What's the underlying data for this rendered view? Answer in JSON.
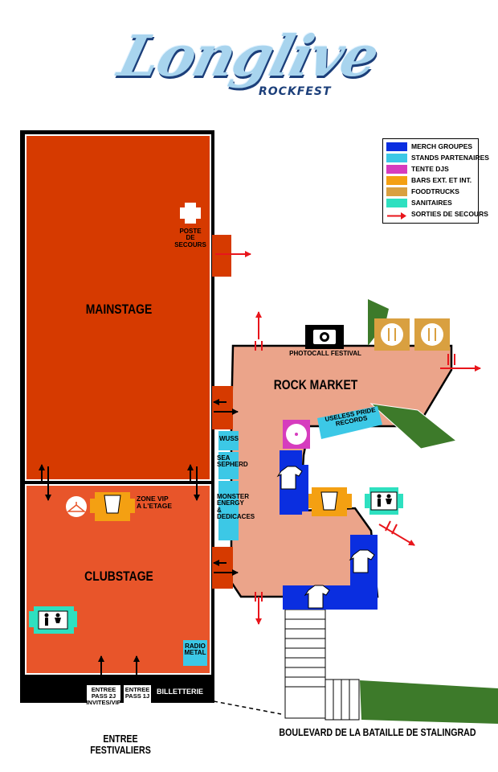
{
  "logo": {
    "main": "Longlive",
    "sub": "ROCKFEST"
  },
  "legend": [
    {
      "label": "MERCH GROUPES",
      "color": "#0a2ee0",
      "kind": "swatch"
    },
    {
      "label": "STANDS PARTENAIRES",
      "color": "#3cc8e6",
      "kind": "swatch"
    },
    {
      "label": "TENTE DJS",
      "color": "#d63cbe",
      "kind": "swatch"
    },
    {
      "label": "BARS EXT. ET INT.",
      "color": "#f4a012",
      "kind": "swatch"
    },
    {
      "label": "FOODTRUCKS",
      "color": "#d9a040",
      "kind": "swatch"
    },
    {
      "label": "SANITAIRES",
      "color": "#2ee0c0",
      "kind": "swatch"
    },
    {
      "label": "SORTIES DE SECOURS",
      "color": "#e8151b",
      "kind": "arrow"
    }
  ],
  "zones": {
    "mainstage": "MAINSTAGE",
    "clubstage": "CLUBSTAGE",
    "rock_market": "ROCK MARKET",
    "first_aid_line1": "POSTE",
    "first_aid_line2": "DE",
    "first_aid_line3": "SECOURS",
    "vip_line1": "ZONE VIP",
    "vip_line2": "A L'ETAGE",
    "photocall": "PHOTOCALL FESTIVAL",
    "records_line1": "USELESS PRIDE",
    "records_line2": "RECORDS",
    "wuss": "WUSS",
    "sea_line1": "SEA",
    "sea_line2": "SEPHERD",
    "monster_line1": "MONSTER",
    "monster_line2": "ENERGY",
    "monster_line3": "&",
    "monster_line4": "DEDICACES",
    "radio_line1": "RADIO",
    "radio_line2": "METAL",
    "billetterie": "BILLETTERIE",
    "entry2_line1": "ENTREE",
    "entry2_line2": "PASS 2J",
    "entry2_line3": "INVITES/VIP",
    "entry1_line1": "ENTREE",
    "entry1_line2": "PASS 1J",
    "entree_line1": "ENTREE",
    "entree_line2": "FESTIVALIERS",
    "street": "BOULEVARD DE LA BATAILLE DE STALINGRAD"
  },
  "colors": {
    "mainstage": "#d63a00",
    "clubstage": "#e8552a",
    "market": "#eba48a",
    "merch": "#0a2ee0",
    "partner": "#3cc8e6",
    "dj": "#d63cbe",
    "bar": "#f4a012",
    "food": "#d9a040",
    "sanitary": "#2ee0c0",
    "exit": "#e8151b",
    "green": "#3d7a2a"
  }
}
